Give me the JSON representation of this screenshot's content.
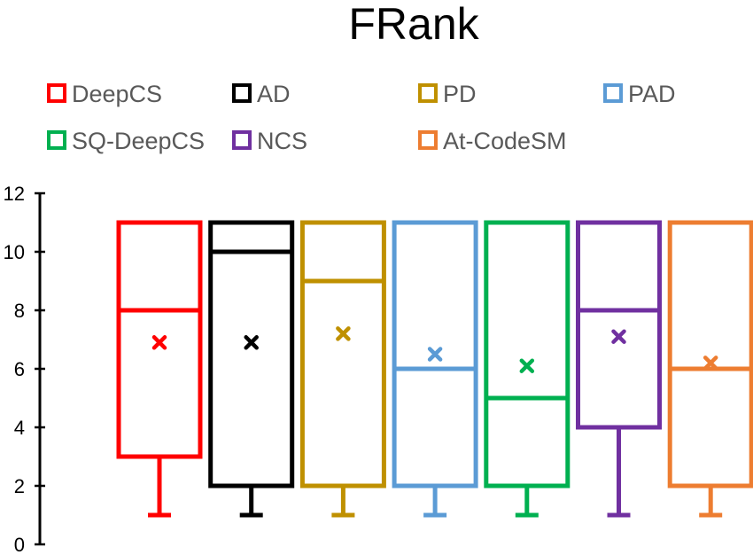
{
  "chart_data": {
    "type": "boxplot",
    "title": "FRank",
    "xlabel": "",
    "ylabel": "",
    "ylim": [
      0,
      12
    ],
    "yticks": [
      0,
      2,
      4,
      6,
      8,
      10,
      12
    ],
    "grid": false,
    "legend_position": "top",
    "series": [
      {
        "name": "DeepCS",
        "color": "#FF0000",
        "min": 1,
        "q1": 3,
        "median": 8,
        "q3": 11,
        "max": 11,
        "mean": 6.9
      },
      {
        "name": "AD",
        "color": "#000000",
        "min": 1,
        "q1": 2,
        "median": 10,
        "q3": 11,
        "max": 11,
        "mean": 6.9
      },
      {
        "name": "PD",
        "color": "#BF9000",
        "min": 1,
        "q1": 2,
        "median": 9,
        "q3": 11,
        "max": 11,
        "mean": 7.2
      },
      {
        "name": "PAD",
        "color": "#5B9BD5",
        "min": 1,
        "q1": 2,
        "median": 6,
        "q3": 11,
        "max": 11,
        "mean": 6.5
      },
      {
        "name": "SQ-DeepCS",
        "color": "#00B050",
        "min": 1,
        "q1": 2,
        "median": 5,
        "q3": 11,
        "max": 11,
        "mean": 6.1
      },
      {
        "name": "NCS",
        "color": "#7030A0",
        "min": 1,
        "q1": 4,
        "median": 8,
        "q3": 11,
        "max": 11,
        "mean": 7.1
      },
      {
        "name": "At-CodeSM",
        "color": "#ED7D31",
        "min": 1,
        "q1": 2,
        "median": 6,
        "q3": 11,
        "max": 11,
        "mean": 6.2
      }
    ]
  }
}
